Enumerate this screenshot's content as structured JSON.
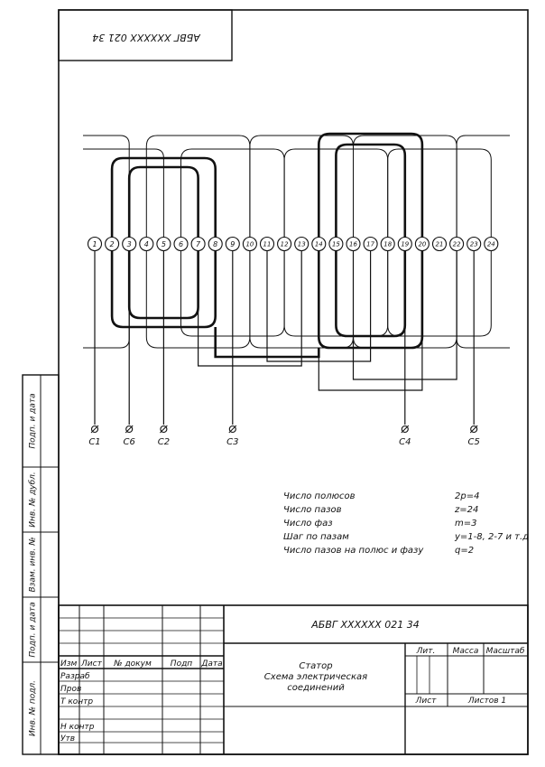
{
  "stamp_code_rotated": "АБВГ XXXXXX 021 34",
  "slots": [
    "1",
    "2",
    "3",
    "4",
    "5",
    "6",
    "7",
    "8",
    "9",
    "10",
    "11",
    "12",
    "13",
    "14",
    "15",
    "16",
    "17",
    "18",
    "19",
    "20",
    "21",
    "22",
    "23",
    "24"
  ],
  "terminals": [
    "С1",
    "С6",
    "С2",
    "С3",
    "С4",
    "С5"
  ],
  "parameters": [
    {
      "label": "Число полюсов",
      "value": "2p=4"
    },
    {
      "label": "Число пазов",
      "value": "z=24"
    },
    {
      "label": "Число фаз",
      "value": "m=3"
    },
    {
      "label": "Шаг по пазам",
      "value": "y=1-8, 2-7 и т.д"
    },
    {
      "label": "Число пазов на полюс и фазу",
      "value": "q=2"
    }
  ],
  "side_strip": [
    "Подп. и дата",
    "Инв. № дубл.",
    "Взам. инв. №",
    "Подп. и дата",
    "Инв. № подл."
  ],
  "title_block": {
    "doc_code": "АБВГ XXXXXX 021 34",
    "headers": {
      "izm": "Изм",
      "list": "Лист",
      "docnum": "№ докум",
      "podp": "Подп",
      "data": "Дата"
    },
    "roles": [
      "Разраб",
      "Пров",
      "Т контр",
      "",
      "Н контр",
      "Утв"
    ],
    "title_lines": [
      "Статор",
      "Схема электрическая",
      "соединений"
    ],
    "lit": "Лит.",
    "massa": "Масса",
    "masshtab": "Масштаб",
    "sheet": "Лист",
    "sheets": "Листов 1"
  }
}
